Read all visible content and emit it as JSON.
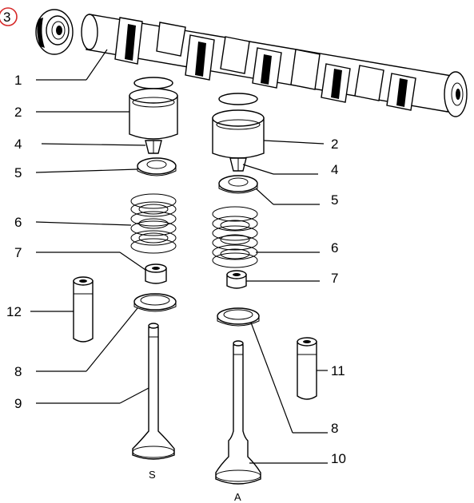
{
  "diagram": {
    "highlight_color": "#d62828",
    "highlighted_callout": "3",
    "callouts": {
      "c3": "3",
      "c1": "1",
      "c2_left": "2",
      "c4_left": "4",
      "c5_left": "5",
      "c6_left": "6",
      "c7_left": "7",
      "c12": "12",
      "c8_left": "8",
      "c9": "9",
      "c2_right": "2",
      "c4_right": "4",
      "c5_right": "5",
      "c6_right": "6",
      "c7_right": "7",
      "c11": "11",
      "c8_right": "8",
      "c10": "10"
    },
    "valve_labels": {
      "left": "S",
      "right": "A"
    }
  }
}
